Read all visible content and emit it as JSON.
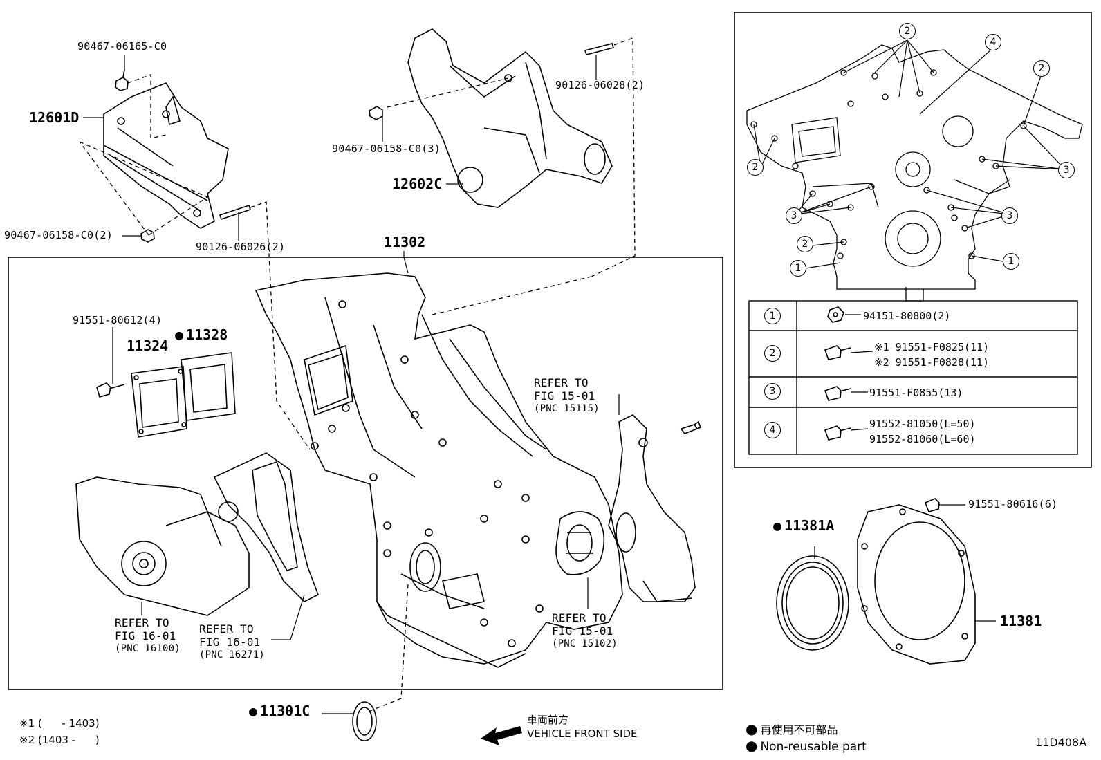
{
  "diagram_code": "11D408A",
  "parts": {
    "p1": "90467-06165-C0",
    "p2": "12601D",
    "p3": "90467-06158-C0(2)",
    "p4": "90126-06026(2)",
    "p5": "90126-06028(2)",
    "p6": "90467-06158-C0(3)",
    "p7": "12602C",
    "p8": "11302",
    "p9": "91551-80612(4)",
    "p10": "11324",
    "p11": "11328",
    "p12": "11381A",
    "p13": "91551-80616(6)",
    "p14": "11381",
    "p15": "11301C"
  },
  "refs": {
    "r1": [
      "REFER TO",
      "FIG 15-01",
      "(PNC 15115)"
    ],
    "r2": [
      "REFER TO",
      "FIG 16-01",
      "(PNC 16100)"
    ],
    "r3": [
      "REFER TO",
      "FIG 16-01",
      "(PNC 16271)"
    ],
    "r4": [
      "REFER TO",
      "FIG 15-01",
      "(PNC 15102)"
    ]
  },
  "inset": {
    "callouts": [
      "1",
      "2",
      "3",
      "4"
    ],
    "table": [
      {
        "key": "1",
        "lines": [
          "94151-80800(2)"
        ]
      },
      {
        "key": "2",
        "lines": [
          "※1 91551-F0825(11)",
          "※2 91551-F0828(11)"
        ]
      },
      {
        "key": "3",
        "lines": [
          "91551-F0855(13)"
        ]
      },
      {
        "key": "4",
        "lines": [
          "91552-81050(L=50)",
          "91552-81060(L=60)"
        ]
      }
    ]
  },
  "notes": {
    "n1": "※1 (      - 1403)",
    "n2": "※2 (1403 -      )"
  },
  "direction": {
    "jp": "車両前方",
    "en": "VEHICLE FRONT SIDE"
  },
  "legend": {
    "jp": "再使用不可部品",
    "en": "Non-reusable part"
  }
}
